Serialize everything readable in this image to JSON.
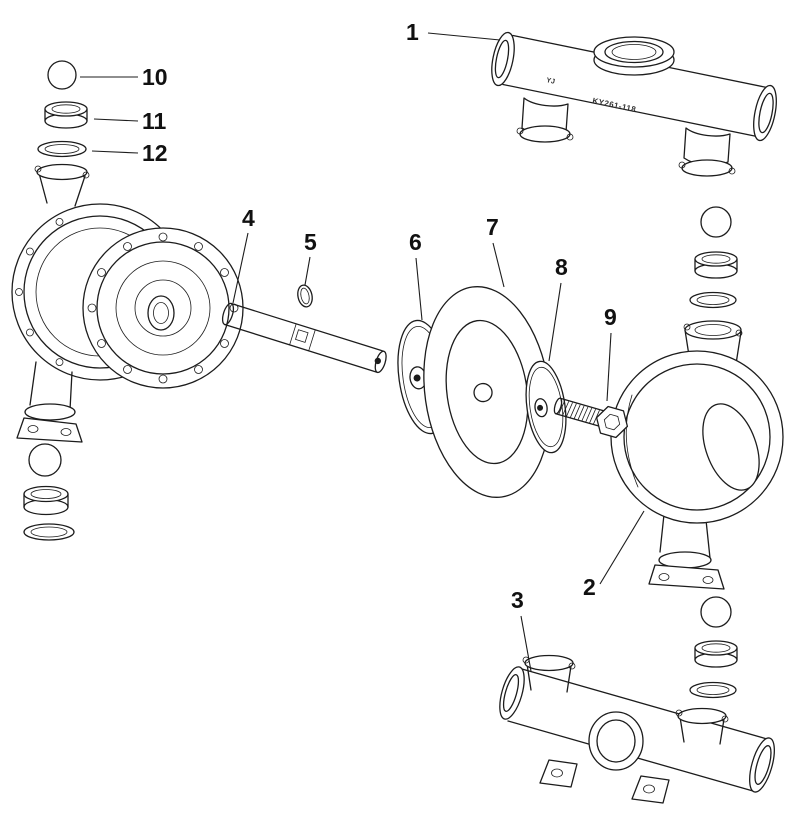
{
  "figure": {
    "background": "#ffffff",
    "line_color": "#1c1c1c"
  },
  "callouts": [
    {
      "label": "1"
    },
    {
      "label": "2"
    },
    {
      "label": "3"
    },
    {
      "label": "4"
    },
    {
      "label": "5"
    },
    {
      "label": "6"
    },
    {
      "label": "7"
    },
    {
      "label": "8"
    },
    {
      "label": "9"
    },
    {
      "label": "10"
    },
    {
      "label": "11"
    },
    {
      "label": "12"
    }
  ],
  "markings": {
    "stamp_small": "YJ",
    "stamp_model": "KY261-118"
  }
}
